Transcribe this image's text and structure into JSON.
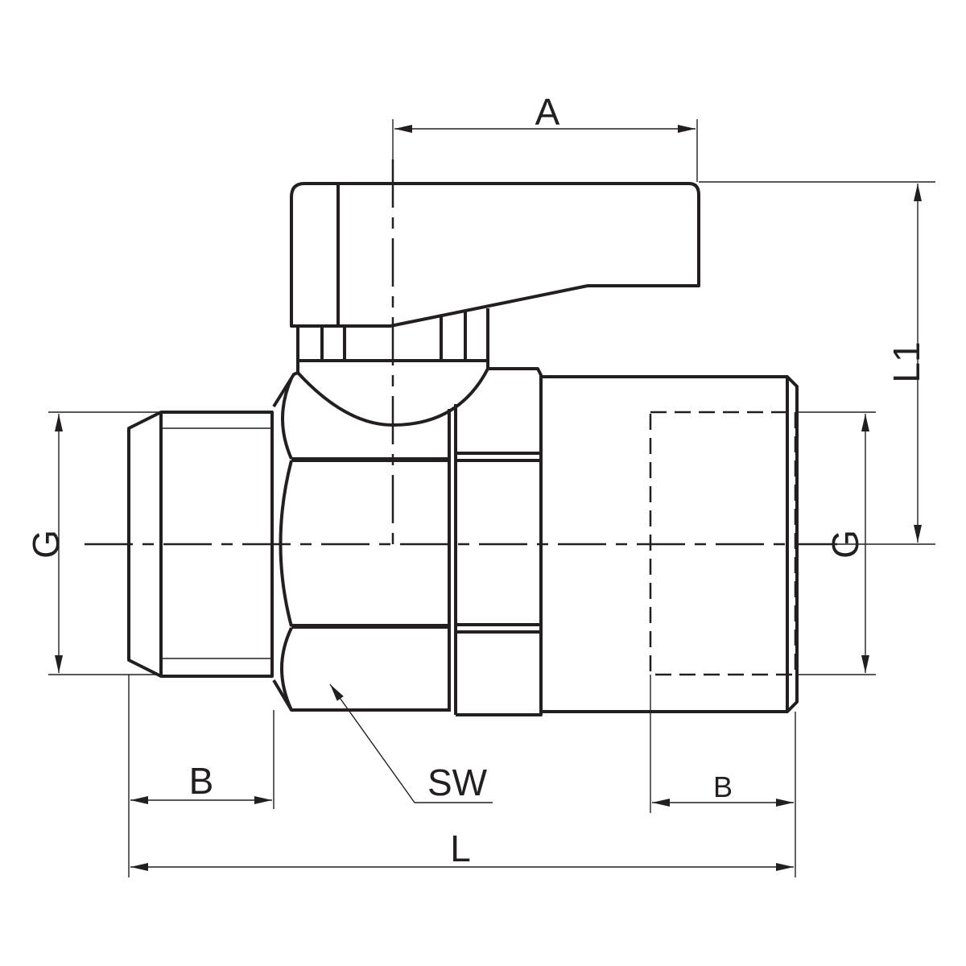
{
  "title": "Ball valve male-female technical drawing",
  "colors": {
    "line": "#231f20",
    "background": "#ffffff"
  },
  "dimensions": {
    "A": "A",
    "L1": "L1",
    "G_left": "G",
    "G_right": "G",
    "B_left": "B",
    "B_right": "B",
    "L": "L",
    "SW": "SW"
  }
}
